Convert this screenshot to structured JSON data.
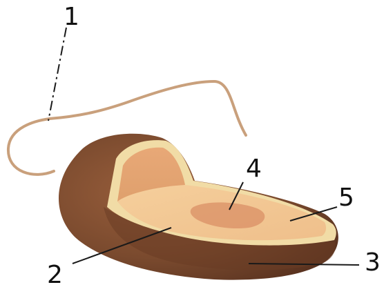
{
  "diagram": {
    "labels": [
      {
        "id": "1",
        "text": "1"
      },
      {
        "id": "2",
        "text": "2"
      },
      {
        "id": "3",
        "text": "3"
      },
      {
        "id": "4",
        "text": "4"
      },
      {
        "id": "5",
        "text": "5"
      }
    ],
    "colors": {
      "wall": "#7a4a2e",
      "wall_dark": "#5a3320",
      "membrane": "#f1dca6",
      "cytoplasm": "#eab27c",
      "cytoplasm_light": "#f3c797",
      "nucleoid": "#d98b63",
      "flagellum": "#c9a07c",
      "leader": "#1a1a1a"
    }
  }
}
